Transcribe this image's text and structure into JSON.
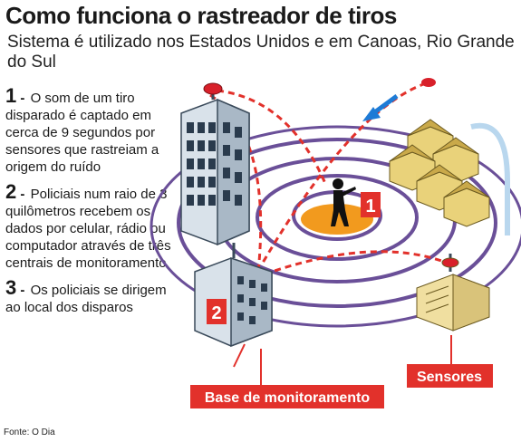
{
  "title": "Como funciona o rastreador de tiros",
  "subtitle": "Sistema é utilizado nos Estados Unidos e em Canoas, Rio Grande do Sul",
  "steps": [
    {
      "num": "1",
      "text": "O som de um tiro disparado é captado em cerca de 9 segundos por sensores que rastreiam a origem do ruído"
    },
    {
      "num": "2",
      "text": "Policiais num raio de 3 quilômetros recebem os dados por celular, rádio ou computador através de três centrais de monitoramento"
    },
    {
      "num": "3",
      "text": "Os policiais se dirigem ao local dos disparos"
    }
  ],
  "markers": {
    "shot": "1",
    "base": "2"
  },
  "labels": {
    "sensors": "Sensores",
    "base": "Base de monitoramento"
  },
  "source": "Fonte: O Dia",
  "colors": {
    "accent_red": "#e2312b",
    "ring_purple": "#6a4f98",
    "center_orange": "#f29a1e",
    "sensor_red": "#d8202a",
    "arrow_blue": "#1e7bd6",
    "house_yellow": "#e9d27a"
  }
}
